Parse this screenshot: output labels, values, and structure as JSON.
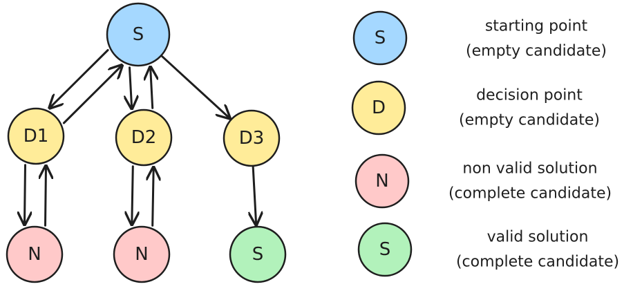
{
  "colors": {
    "start": "#a5d8ff",
    "decision": "#ffec99",
    "invalid": "#ffc9c9",
    "valid": "#b2f2bb",
    "stroke": "#1e1e1e"
  },
  "nodes": [
    {
      "id": "root",
      "label": "S",
      "kind": "start"
    },
    {
      "id": "d1",
      "label": "D1",
      "kind": "decision"
    },
    {
      "id": "d2",
      "label": "D2",
      "kind": "decision"
    },
    {
      "id": "d3",
      "label": "D3",
      "kind": "decision"
    },
    {
      "id": "n1",
      "label": "N",
      "kind": "invalid"
    },
    {
      "id": "n2",
      "label": "N",
      "kind": "invalid"
    },
    {
      "id": "s1",
      "label": "S",
      "kind": "valid"
    }
  ],
  "edges": [
    {
      "from": "root",
      "to": "d1"
    },
    {
      "from": "d1",
      "to": "root"
    },
    {
      "from": "root",
      "to": "d2"
    },
    {
      "from": "d2",
      "to": "root"
    },
    {
      "from": "root",
      "to": "d3"
    },
    {
      "from": "d1",
      "to": "n1"
    },
    {
      "from": "n1",
      "to": "d1"
    },
    {
      "from": "d2",
      "to": "n2"
    },
    {
      "from": "n2",
      "to": "d2"
    },
    {
      "from": "d3",
      "to": "s1"
    }
  ],
  "legend": [
    {
      "symbol": "S",
      "kind": "start",
      "line1": "starting point",
      "line2": "(empty candidate)"
    },
    {
      "symbol": "D",
      "kind": "decision",
      "line1": "decision point",
      "line2": "(empty candidate)"
    },
    {
      "symbol": "N",
      "kind": "invalid",
      "line1": "non valid solution",
      "line2": "(complete candidate)"
    },
    {
      "symbol": "S",
      "kind": "valid",
      "line1": "valid solution",
      "line2": "(complete candidate)"
    }
  ]
}
